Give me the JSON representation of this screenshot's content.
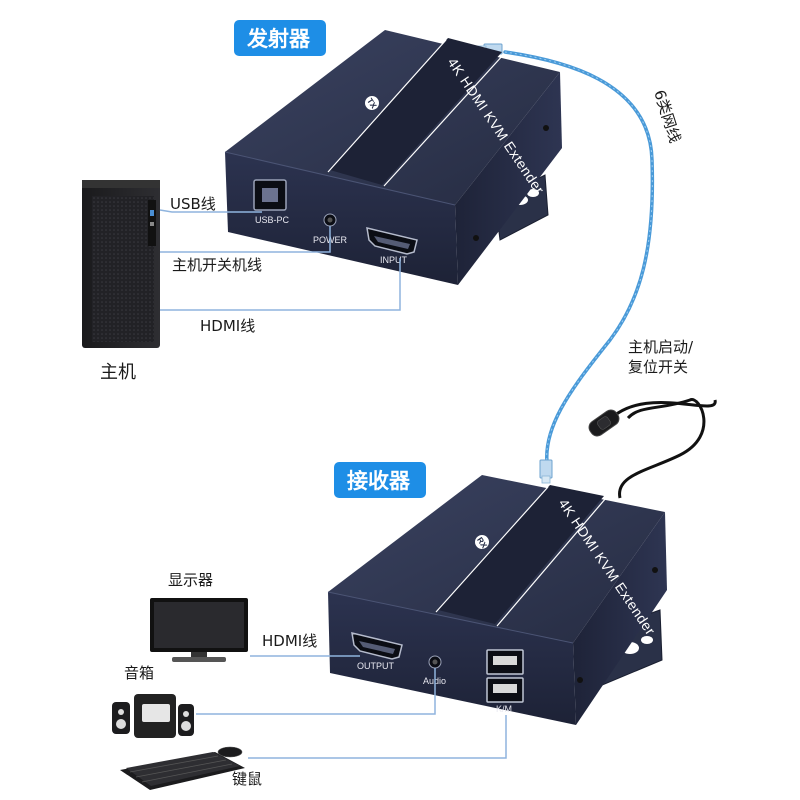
{
  "transmitter": {
    "title": "发射器",
    "product_name": "4K HDMI KVM Extender",
    "badge": "TX",
    "ports": {
      "usb": "USB-PC",
      "power": "POWER",
      "input": "INPUT"
    }
  },
  "receiver": {
    "title": "接收器",
    "product_name": "4K HDMI KVM Extender",
    "badge": "RX",
    "ports": {
      "output": "OUTPUT",
      "audio": "Audio",
      "km": "K/M"
    }
  },
  "labels": {
    "usb_cable": "USB线",
    "power_switch_cable": "主机开关机线",
    "hdmi_cable_tx": "HDMI线",
    "host": "主机",
    "cat6_cable": "6类网线",
    "switch_line1": "主机启动/",
    "switch_line2": "复位开关",
    "monitor": "显示器",
    "hdmi_cable_rx": "HDMI线",
    "speaker": "音箱",
    "keyboard_mouse": "键鼠"
  },
  "colors": {
    "badge_blue": "#1e8ee6",
    "box_dark": "#2a3148",
    "cable_blue": "#4a9ad8",
    "connector_line": "#8fb4de"
  }
}
